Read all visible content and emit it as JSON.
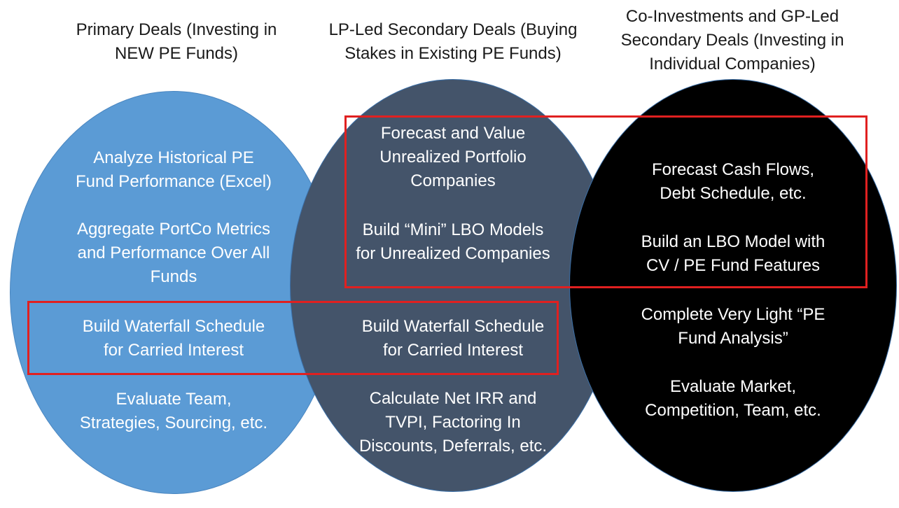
{
  "colors": {
    "primary_fill": "#5b9bd5",
    "secondary_fill": "#44546a",
    "coinvest_fill": "#000000",
    "text_on_fill": "#ffffff",
    "heading_text": "#1a1a1a",
    "highlight_border": "#e02020"
  },
  "columns": {
    "primary": {
      "heading": "Primary Deals (Investing in\nNEW PE Funds)",
      "items": [
        "Analyze Historical PE\nFund Performance (Excel)",
        "Aggregate PortCo Metrics\nand Performance Over All\nFunds",
        "Build Waterfall Schedule\nfor Carried Interest",
        "Evaluate Team,\nStrategies, Sourcing, etc."
      ]
    },
    "secondary": {
      "heading": "LP-Led Secondary Deals (Buying\nStakes in Existing PE Funds)",
      "items": [
        "Forecast and Value\nUnrealized Portfolio\nCompanies",
        "Build “Mini” LBO Models\nfor Unrealized Companies",
        "Build Waterfall Schedule\nfor Carried Interest",
        "Calculate Net IRR and\nTVPI, Factoring In\nDiscounts, Deferrals, etc."
      ]
    },
    "coinvest": {
      "heading": "Co-Investments and GP-Led\nSecondary Deals (Investing in\nIndividual Companies)",
      "items": [
        "Forecast Cash Flows,\nDebt Schedule, etc.",
        "Build an LBO Model with\nCV / PE Fund Features",
        "Complete Very Light “PE\nFund Analysis”",
        "Evaluate Market,\nCompetition, Team, etc."
      ]
    }
  }
}
